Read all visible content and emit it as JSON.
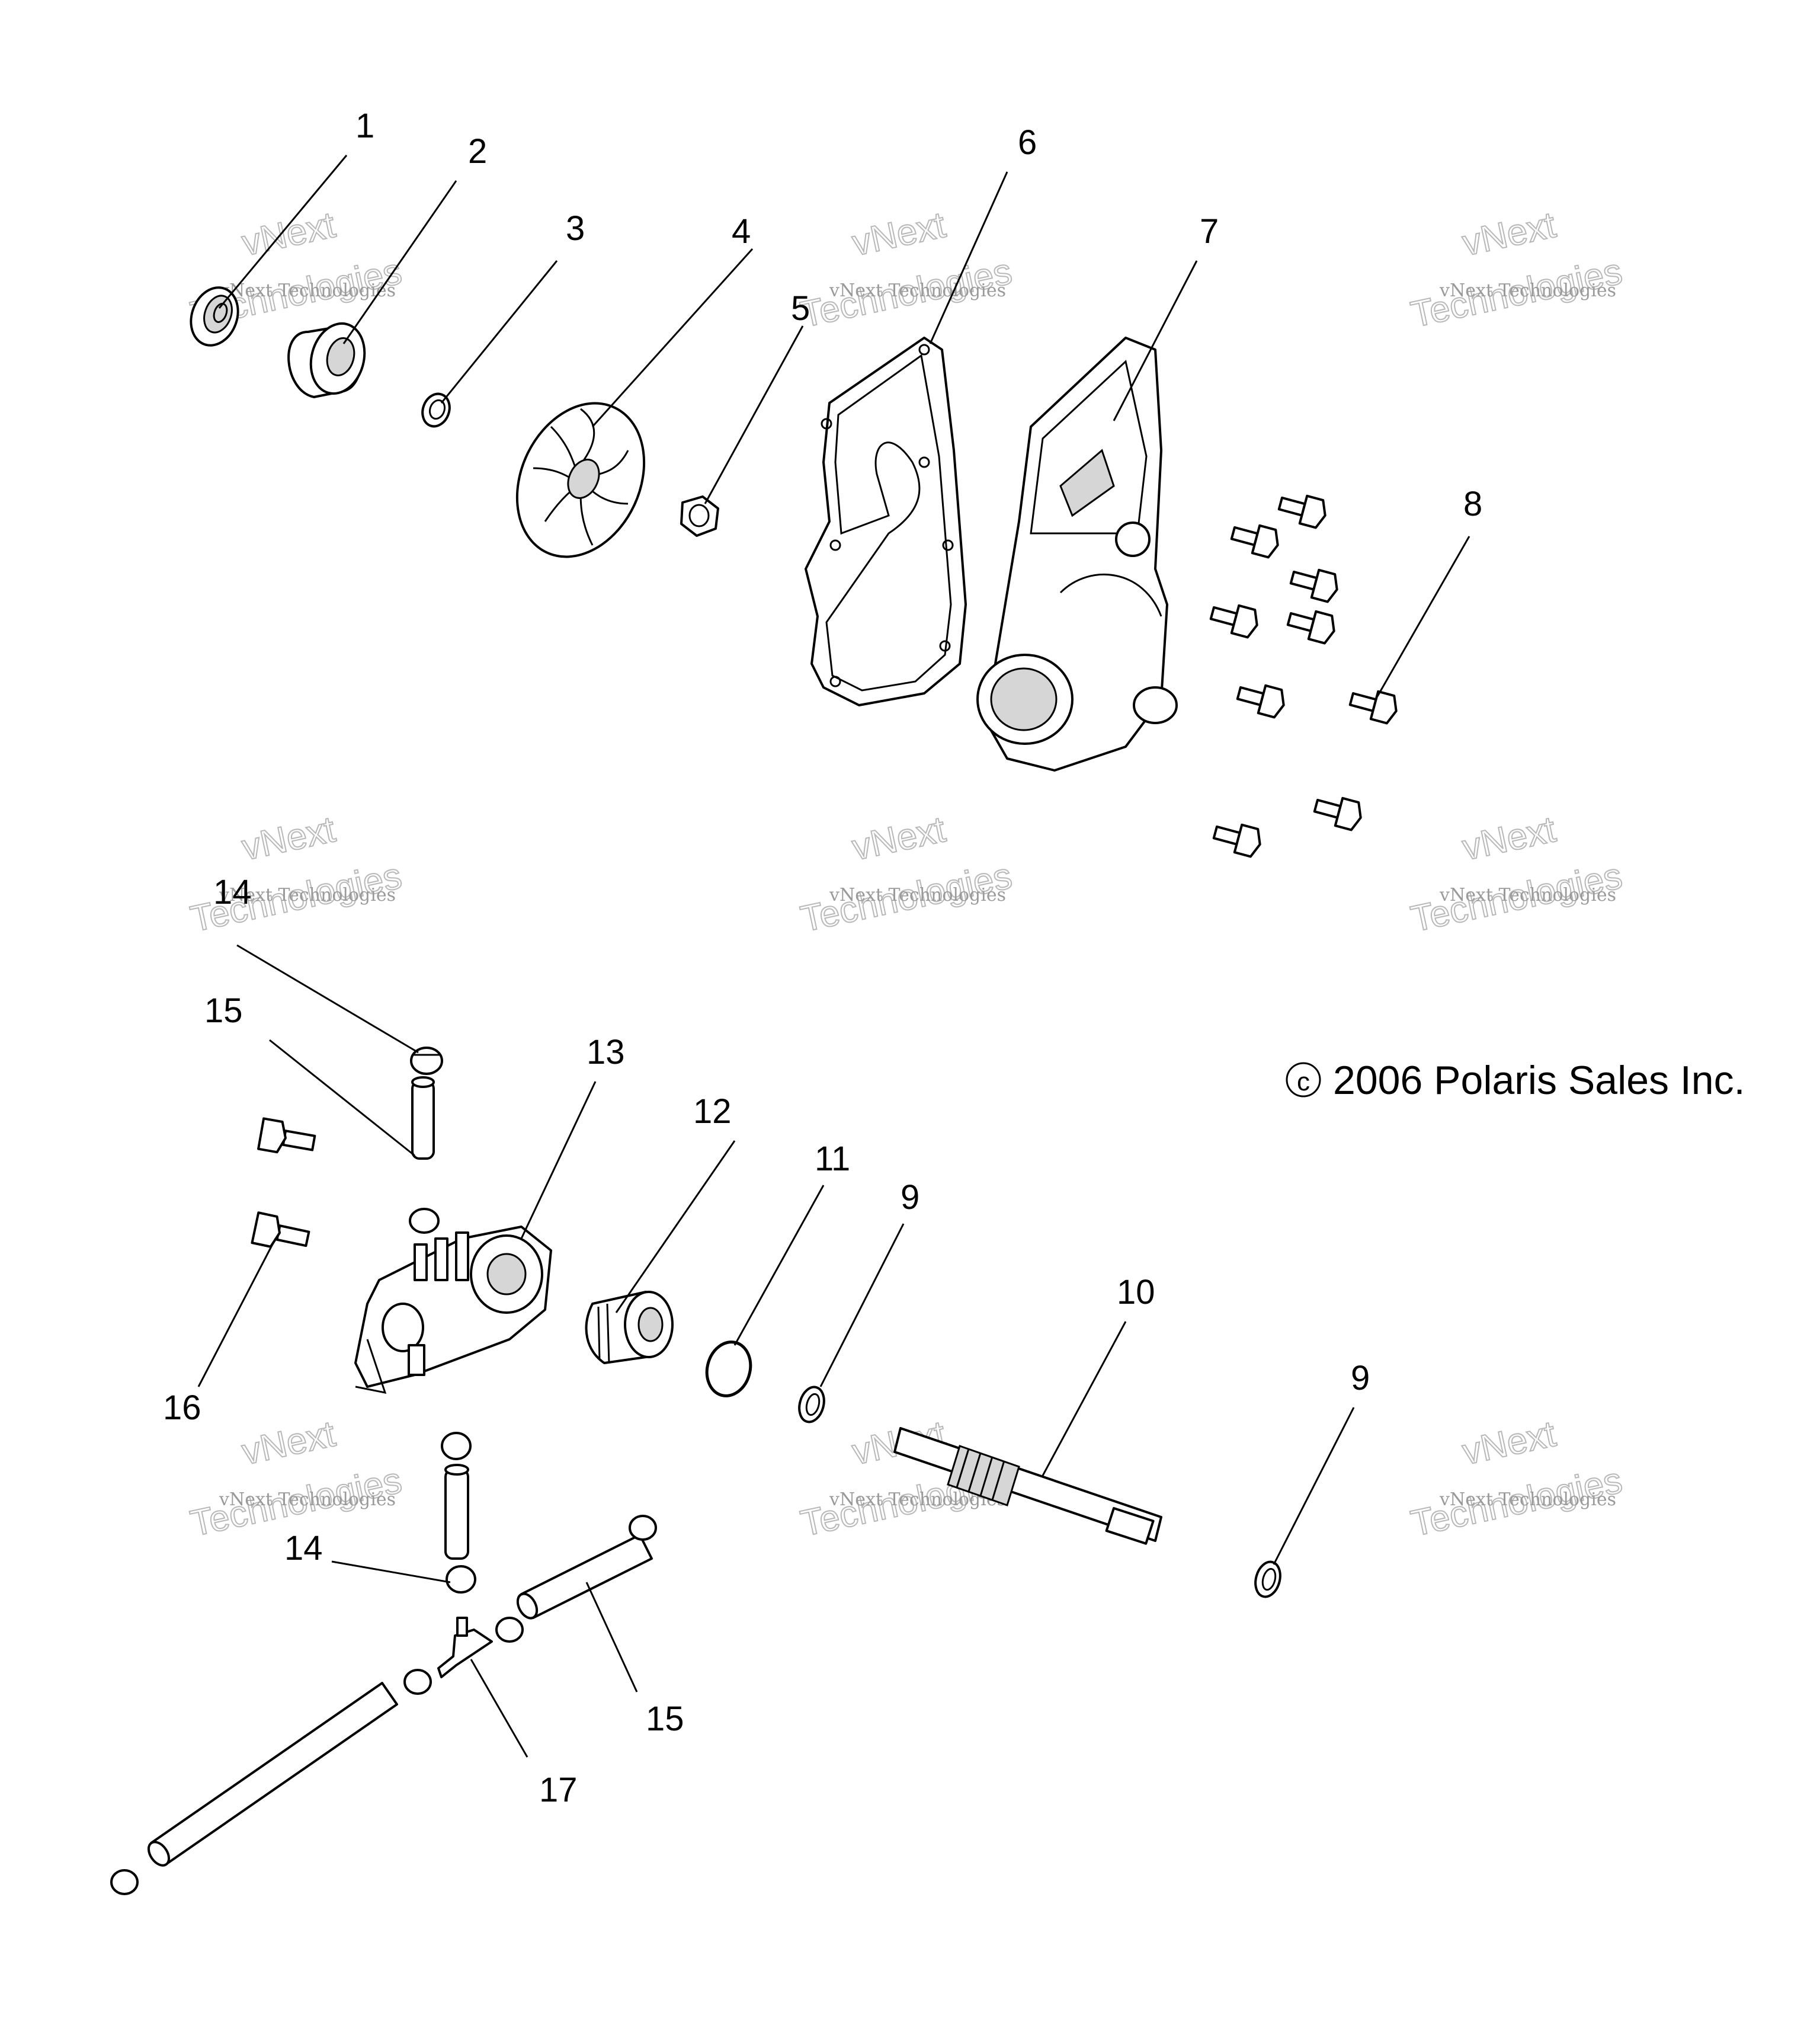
{
  "copyright": "© 2006 Polaris Sales Inc.",
  "watermark": {
    "line1": "vNext Technologies",
    "line2": "vNext",
    "line3": "Technologies"
  },
  "callouts": {
    "c1": "1",
    "c2": "2",
    "c3": "3",
    "c4": "4",
    "c5": "5",
    "c6": "6",
    "c7": "7",
    "c8": "8",
    "c9a": "9",
    "c9b": "9",
    "c10": "10",
    "c11": "11",
    "c12": "12",
    "c13": "13",
    "c14a": "14",
    "c14b": "14",
    "c15a": "15",
    "c15b": "15",
    "c16": "16",
    "c17": "17"
  }
}
